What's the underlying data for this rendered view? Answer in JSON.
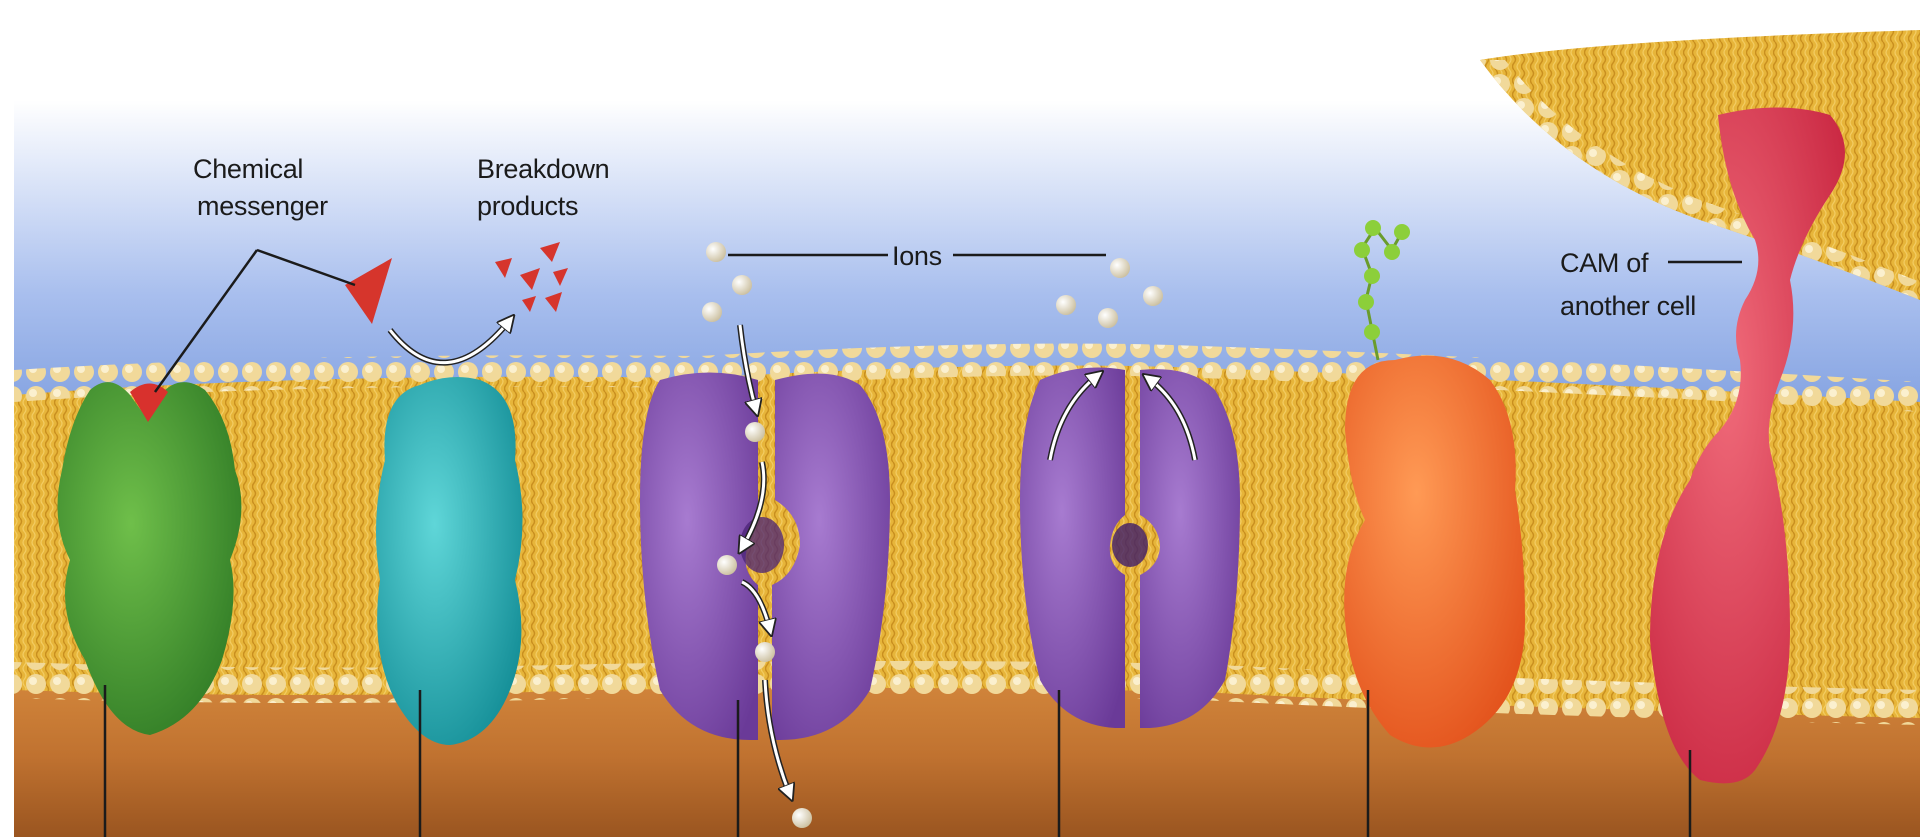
{
  "labels": {
    "chemical_messenger_line1": "Chemical",
    "chemical_messenger_line2": "messenger",
    "breakdown_line1": "Breakdown",
    "breakdown_line2": "products",
    "ions": "Ions",
    "cam_line1": "CAM of",
    "cam_line2": "another cell"
  },
  "colors": {
    "water_top": "#ffffff",
    "water_mid": "#7f9fe0",
    "water_deep": "#2f5fb4",
    "membrane_tails": "#e9b83a",
    "lipid_head": "#f2dca0",
    "cytoplasm": "#b86a2c",
    "receptor": "#4c9a35",
    "enzyme": "#2bb7bf",
    "channel": "#8a55b6",
    "marker": "#ee6a25",
    "cam": "#d8354c",
    "messenger": "#d6352c",
    "ion": "#e9e1cd"
  }
}
